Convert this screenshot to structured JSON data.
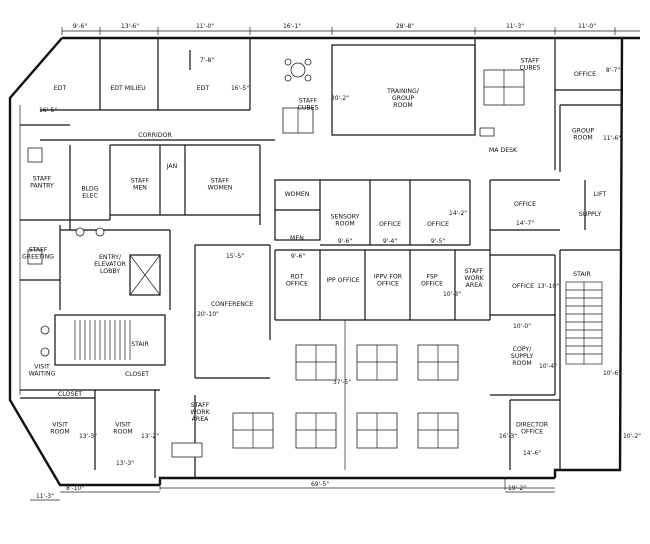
{
  "rooms": {
    "edt1": "EDT",
    "edt_milieu": "EDT MILIEU",
    "edt2": "EDT",
    "corridor": "CORRIDOR",
    "staff_cubes_top": "STAFF\nCUBES",
    "staff_cubes_mid": "STAFF\nCUBES",
    "training": "TRAINING/\nGROUP\nROOM",
    "office_tr": "OFFICE",
    "group_room": "GROUP\nROOM",
    "ma_desk": "MA DESK",
    "staff_pantry": "STAFF\nPANTRY",
    "bldg_elec": "BLDG\nELEC",
    "jan": "JAN",
    "staff_men": "STAFF\nMEN",
    "staff_women": "STAFF\nWOMEN",
    "women": "WOMEN",
    "men": "MEN",
    "sensory": "SENSORY\nROOM",
    "office_c1": "OFFICE",
    "office_c2": "OFFICE",
    "office_r": "OFFICE",
    "lift": "LIFT",
    "supply": "SUPPLY",
    "staff_greeting": "STAFF\nGREETING",
    "entry_lobby": "ENTRY/\nELEVATOR\nLOBBY",
    "rdt_office": "RDT\nOFFICE",
    "ipp_office": "IPP OFFICE",
    "ippv_office": "IPPV FOR\nOFFICE",
    "fsp_office": "FSP\nOFFICE",
    "staff_work_r": "STAFF\nWORK\nAREA",
    "office_r2": "OFFICE",
    "stair_r": "STAIR",
    "conference": "CONFERENCE",
    "stair_l": "STAIR",
    "closet1": "CLOSET",
    "visit_waiting": "VISIT\nWAITING",
    "closet2": "CLOSET",
    "copy_supply": "COPY/\nSUPPLY\nROOM",
    "visit_room1": "VISIT\nROOM",
    "visit_room2": "VISIT\nROOM",
    "staff_work_l": "STAFF\nWORK\nAREA",
    "director": "DIRECTOR\nOFFICE"
  },
  "dims": {
    "t1": "9'-6\"",
    "t2": "13'-6\"",
    "t3": "11'-0\"",
    "t4": "16'-1\"",
    "t5": "28'-8\"",
    "t6": "11'-3\"",
    "t7": "11'-0\"",
    "edt1_d": "16'-5\"",
    "edt2_d": "16'-5\"",
    "edt_w": "7'-8\"",
    "cub_d": "20'-2\"",
    "office_tr_d": "8'-7\"",
    "group_d": "11'-6\"",
    "sens_w": "9'-6\"",
    "off_w1": "9'-4\"",
    "off_w2": "9'-5\"",
    "off_d": "14'-2\"",
    "off_r_w": "14'-7\"",
    "corr": "9'-6\"",
    "corr2": "15'-5\"",
    "conf_d": "20'-10\"",
    "fsp_d": "10'-3\"",
    "off_r2_d": "13'-10\"",
    "copy_w": "10'-0\"",
    "copy_d": "10'-4\"",
    "stair_d": "10'-6\"",
    "visit_d1": "13'-3\"",
    "visit_d2": "13'-2\"",
    "visit_w": "13'-3\"",
    "work_d": "37'-5\"",
    "dir_d": "16'-3\"",
    "dir_w": "14'-6\"",
    "side_r": "10'-2\"",
    "b1": "8'-10\"",
    "b2": "11'-3\"",
    "b3": "69'-5\"",
    "b4": "19'-2\""
  }
}
